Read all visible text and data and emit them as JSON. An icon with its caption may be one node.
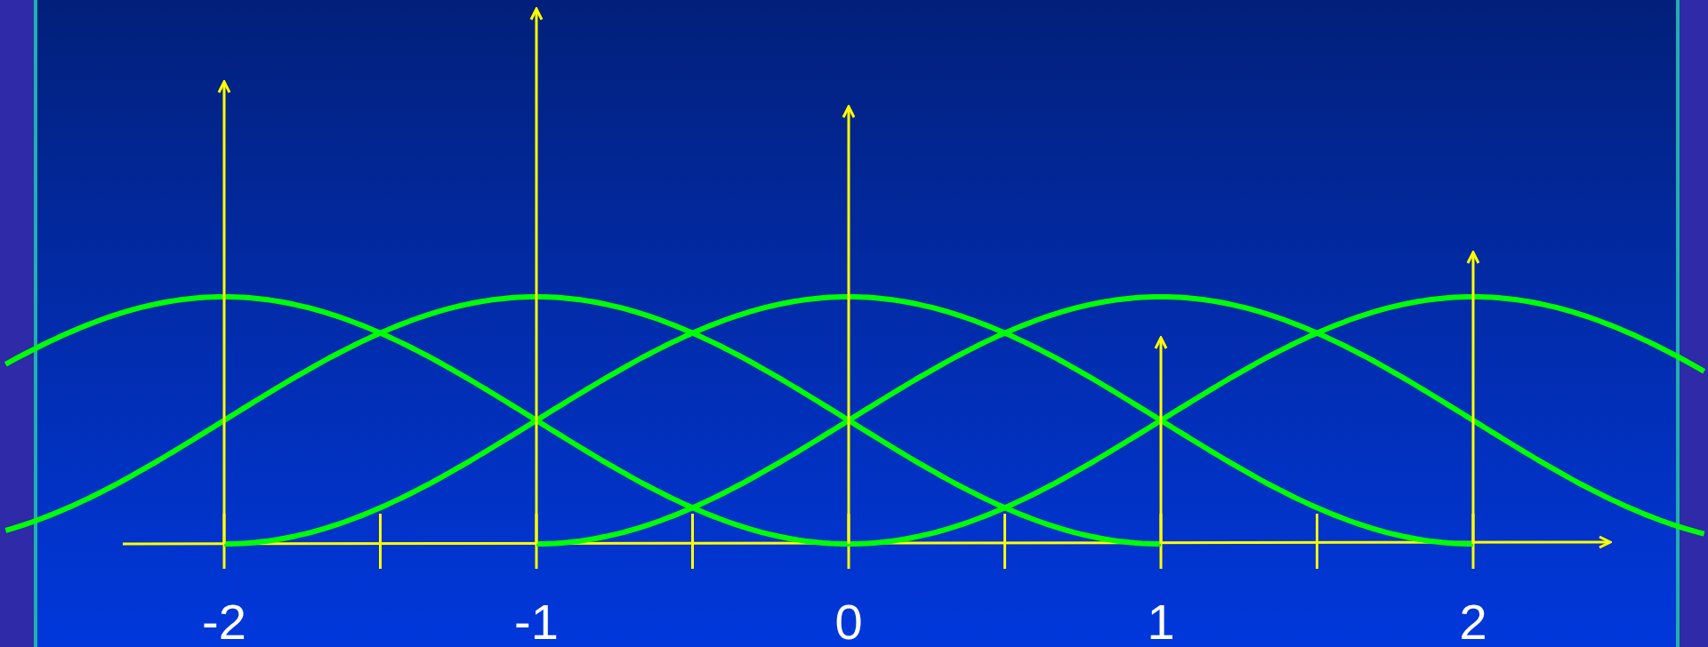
{
  "diagram": {
    "labels": [
      "-2",
      "-1",
      "0",
      "1",
      "2"
    ]
  }
}
